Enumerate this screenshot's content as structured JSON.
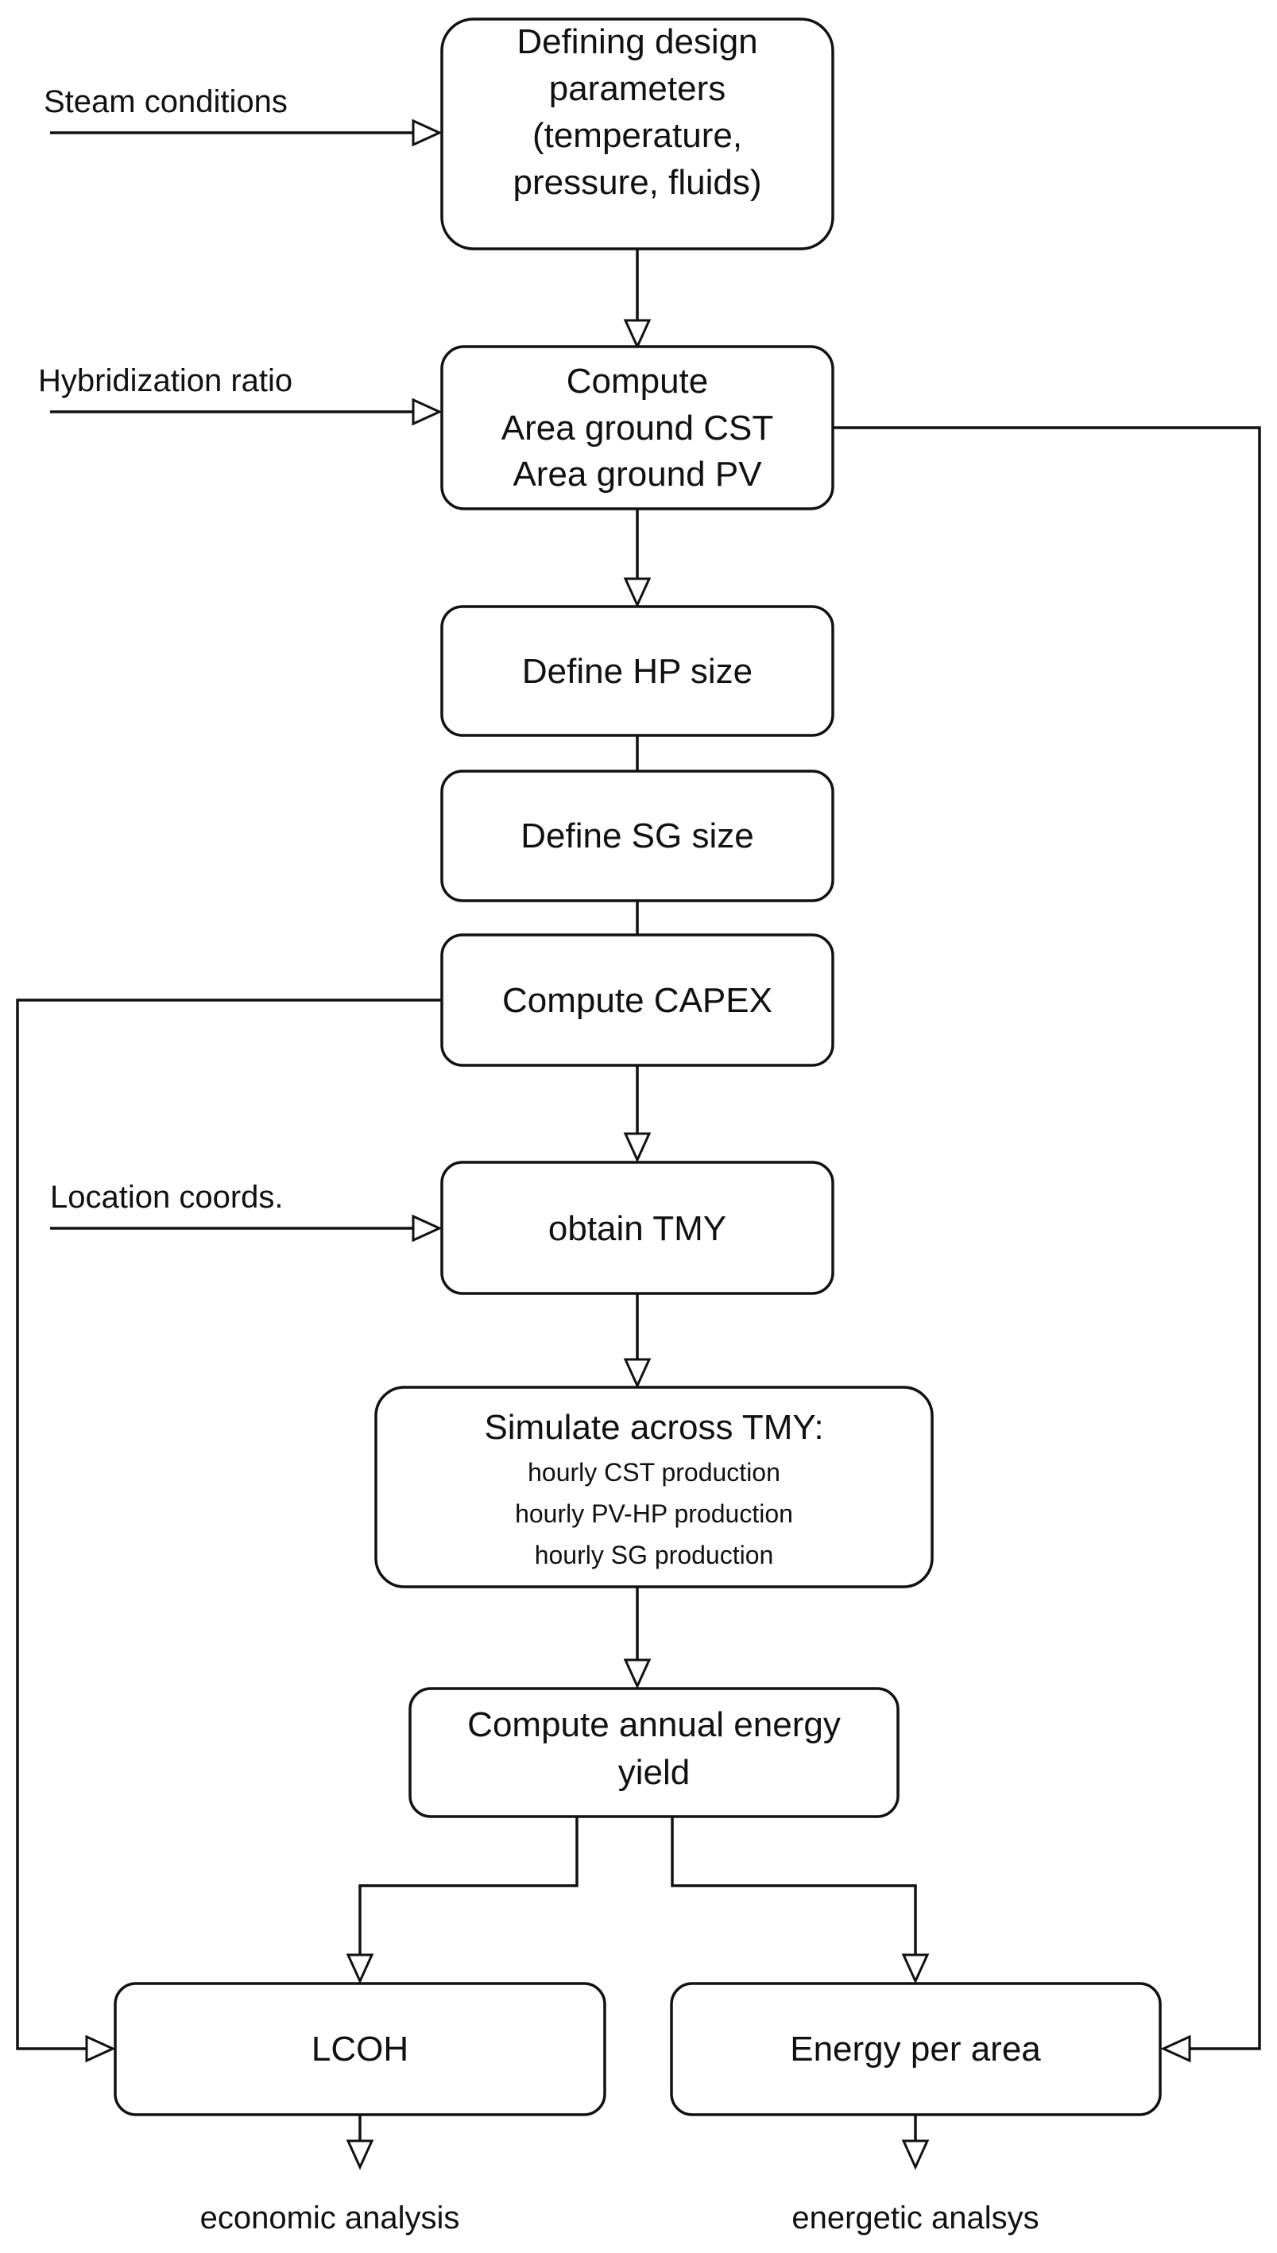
{
  "nodes": {
    "define_params": {
      "lines": [
        "Defining design",
        "parameters",
        "(temperature,",
        "pressure, fluids)"
      ]
    },
    "compute_area": {
      "lines": [
        "Compute",
        "Area ground CST",
        "Area ground PV"
      ]
    },
    "define_hp": {
      "lines": [
        "Define HP size"
      ]
    },
    "define_sg": {
      "lines": [
        "Define SG size"
      ]
    },
    "compute_capex": {
      "lines": [
        "Compute CAPEX"
      ]
    },
    "obtain_tmy": {
      "lines": [
        "obtain TMY"
      ]
    },
    "simulate": {
      "title": "Simulate across TMY:",
      "lines": [
        "hourly CST production",
        "hourly PV-HP production",
        "hourly SG production"
      ]
    },
    "annual_yield": {
      "lines": [
        "Compute annual energy",
        "yield"
      ]
    },
    "lcoh": {
      "lines": [
        "LCOH"
      ]
    },
    "energy_area": {
      "lines": [
        "Energy per area"
      ]
    }
  },
  "inputs": {
    "steam_conditions": "Steam conditions",
    "hybridization_ratio": "Hybridization ratio",
    "location_coords": "Location coords."
  },
  "outputs": {
    "economic": "economic analysis",
    "energetic": "energetic analsys"
  }
}
